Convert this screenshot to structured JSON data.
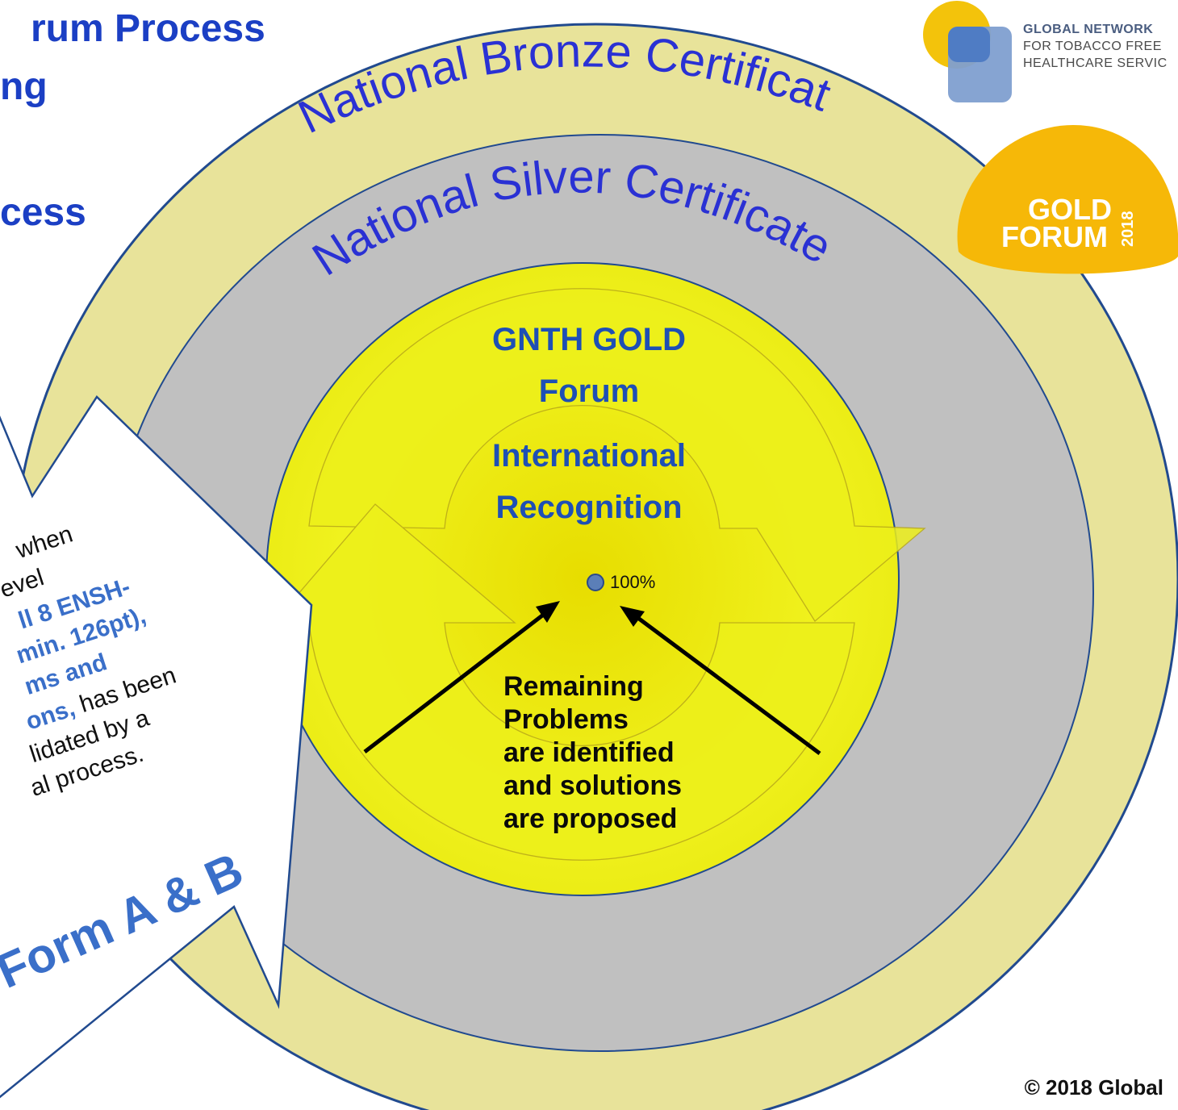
{
  "header": {
    "title_line1": "rum Process",
    "title_line2": "ng",
    "title_line3": "cess"
  },
  "rings": {
    "bronze_label": "National Bronze Certificate",
    "silver_label": "National Silver Certificate"
  },
  "core": {
    "line1": "GNTH GOLD",
    "line2": "Forum",
    "line3": "International",
    "line4": "Recognition",
    "marker_label": "100%",
    "problems_lines": [
      "Remaining",
      "Problems",
      "are identified",
      "and solutions",
      "are proposed"
    ]
  },
  "callout": {
    "lines": [
      {
        "text": "when",
        "accent": false
      },
      {
        "text": "evel",
        "accent": false
      },
      {
        "text": "ll 8 ENSH-",
        "accent": true
      },
      {
        "text": "min. 126pt),",
        "accent": true
      },
      {
        "text": "ms and",
        "accent": true
      },
      {
        "text": "ons,",
        "accent": true,
        "suffix": " has been"
      },
      {
        "text": "lidated by a",
        "accent": false
      },
      {
        "text": "al process.",
        "accent": false
      }
    ],
    "form_label": "Form A & B"
  },
  "logos": {
    "network_line1": "GLOBAL NETWORK",
    "network_line2": "FOR TOBACCO FREE",
    "network_line3": "HEALTHCARE SERVIC",
    "gold_line1": "GOLD",
    "gold_line2": "FORUM",
    "gold_year": "2018"
  },
  "footer": {
    "copyright": "© 2018 Global"
  },
  "colors": {
    "bronze_ring": "#e8e39a",
    "silver_ring": "#c0c0c0",
    "gold_core": "#eef21e",
    "ring_stroke": "#214a8f",
    "ring_text": "#2a31d4",
    "core_text": "#1e4fb5",
    "accent_text": "#3a6fc9",
    "gold_logo": "#f2b705"
  }
}
